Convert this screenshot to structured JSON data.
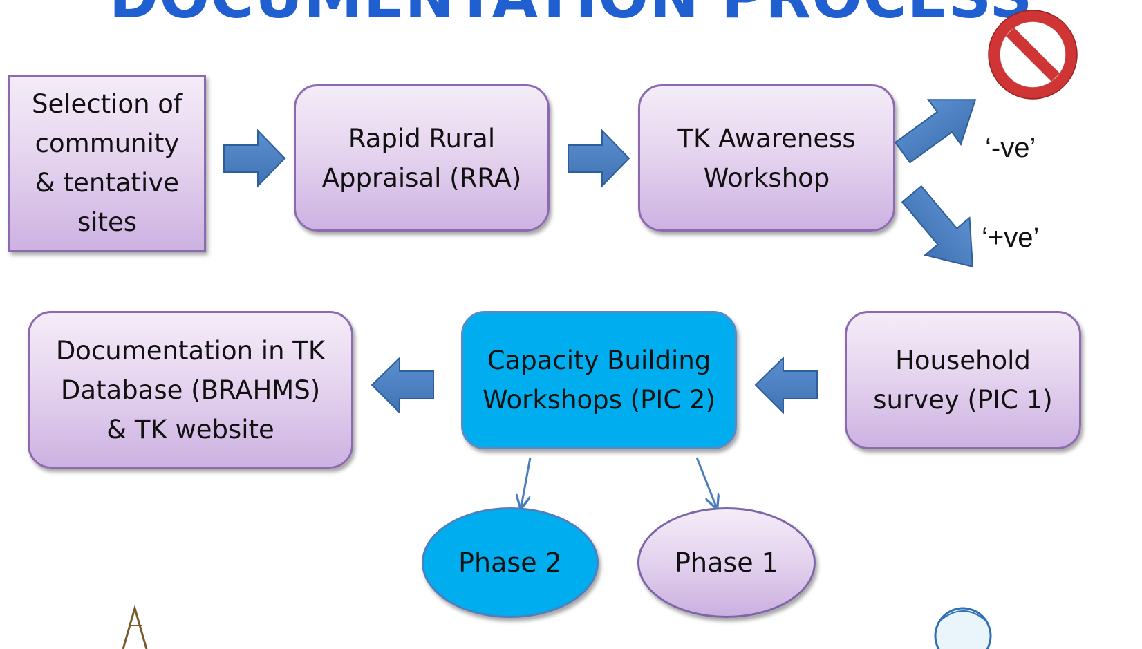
{
  "title": "DOCUMENTATION PROCESS",
  "boxes": {
    "selection": [
      "Selection of",
      "community",
      "& tentative",
      "sites"
    ],
    "rra": [
      "Rapid Rural",
      "Appraisal (RRA)"
    ],
    "tk_awareness": [
      "TK Awareness",
      "Workshop"
    ],
    "household": [
      "Household",
      "survey (PIC 1)"
    ],
    "capacity": [
      "Capacity Building",
      "Workshops (PIC 2)"
    ],
    "documentation": [
      "Documentation in TK",
      "Database (BRAHMS)",
      "& TK website"
    ]
  },
  "phases": {
    "phase2": "Phase 2",
    "phase1": "Phase 1"
  },
  "outcomes": {
    "negative": "‘-ve’",
    "positive": "‘+ve’"
  },
  "colors": {
    "title": "#1f5fd0",
    "arrow": "#4a7ebb",
    "highlight": "#00aeef",
    "box": "#e6d5ef",
    "stop": "#d03a3a"
  },
  "icons": [
    "prohibited-sign-icon",
    "right-arrow-icon",
    "left-arrow-icon",
    "diagonal-arrow-icon",
    "connector-arrow-icon"
  ]
}
